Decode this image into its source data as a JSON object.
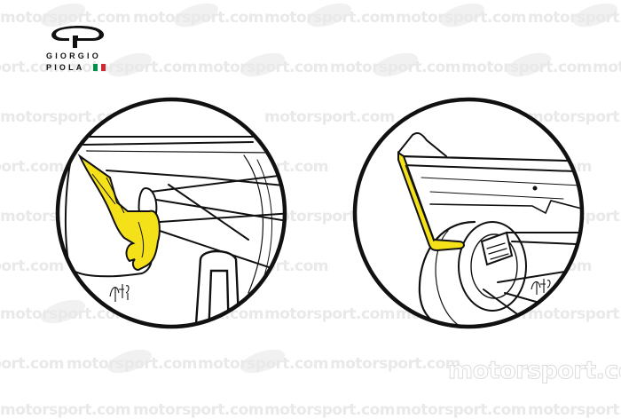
{
  "logo": {
    "line1": "GIORGIO",
    "line2": "PIOLA",
    "flag_colors": [
      "#009246",
      "#ffffff",
      "#ce2b37"
    ]
  },
  "watermark": {
    "text": "motorsport.com",
    "color": "#e9e9e9"
  },
  "corner_watermark": {
    "text": "motorsport.com"
  },
  "illustrations": [
    {
      "id": "left-detail",
      "description": "Rear wing endplate with yellow highlighted support bracket (left view)",
      "highlight_color": "#f5e11a"
    },
    {
      "id": "right-detail",
      "description": "Rear wing endplate with yellow highlighted strut near rear wheel (right view)",
      "highlight_color": "#f5e11a"
    }
  ],
  "signature": "Giorgio Piola artist signature"
}
